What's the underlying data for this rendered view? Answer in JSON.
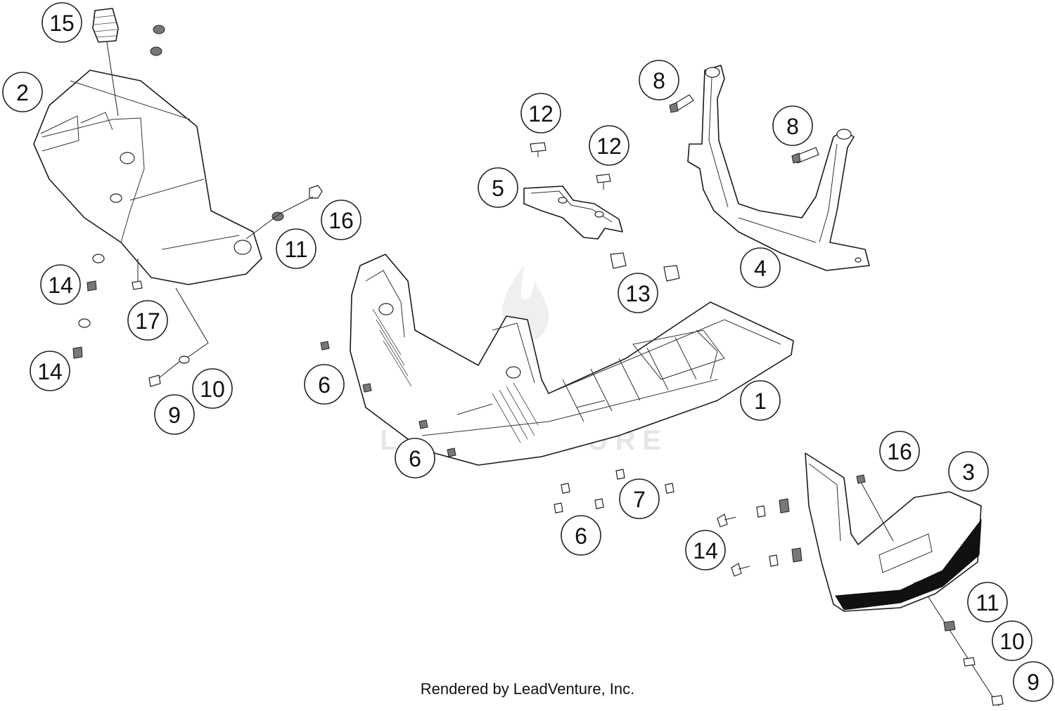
{
  "watermark": "LEADVENTURE",
  "footer": "Rendered by LeadVenture, Inc.",
  "callouts": [
    {
      "id": "c15a",
      "label": "15"
    },
    {
      "id": "c2",
      "label": "2"
    },
    {
      "id": "c14a",
      "label": "14"
    },
    {
      "id": "c17",
      "label": "17"
    },
    {
      "id": "c14b",
      "label": "14"
    },
    {
      "id": "c10a",
      "label": "10"
    },
    {
      "id": "c9a",
      "label": "9"
    },
    {
      "id": "c11a",
      "label": "11"
    },
    {
      "id": "c16a",
      "label": "16"
    },
    {
      "id": "c12a",
      "label": "12"
    },
    {
      "id": "c12b",
      "label": "12"
    },
    {
      "id": "c5",
      "label": "5"
    },
    {
      "id": "c8a",
      "label": "8"
    },
    {
      "id": "c8b",
      "label": "8"
    },
    {
      "id": "c4",
      "label": "4"
    },
    {
      "id": "c13",
      "label": "13"
    },
    {
      "id": "c1",
      "label": "1"
    },
    {
      "id": "c6a",
      "label": "6"
    },
    {
      "id": "c6b",
      "label": "6"
    },
    {
      "id": "c6c",
      "label": "6"
    },
    {
      "id": "c7",
      "label": "7"
    },
    {
      "id": "c16b",
      "label": "16"
    },
    {
      "id": "c3",
      "label": "3"
    },
    {
      "id": "c14c",
      "label": "14"
    },
    {
      "id": "c11b",
      "label": "11"
    },
    {
      "id": "c10b",
      "label": "10"
    },
    {
      "id": "c9b",
      "label": "9"
    }
  ]
}
